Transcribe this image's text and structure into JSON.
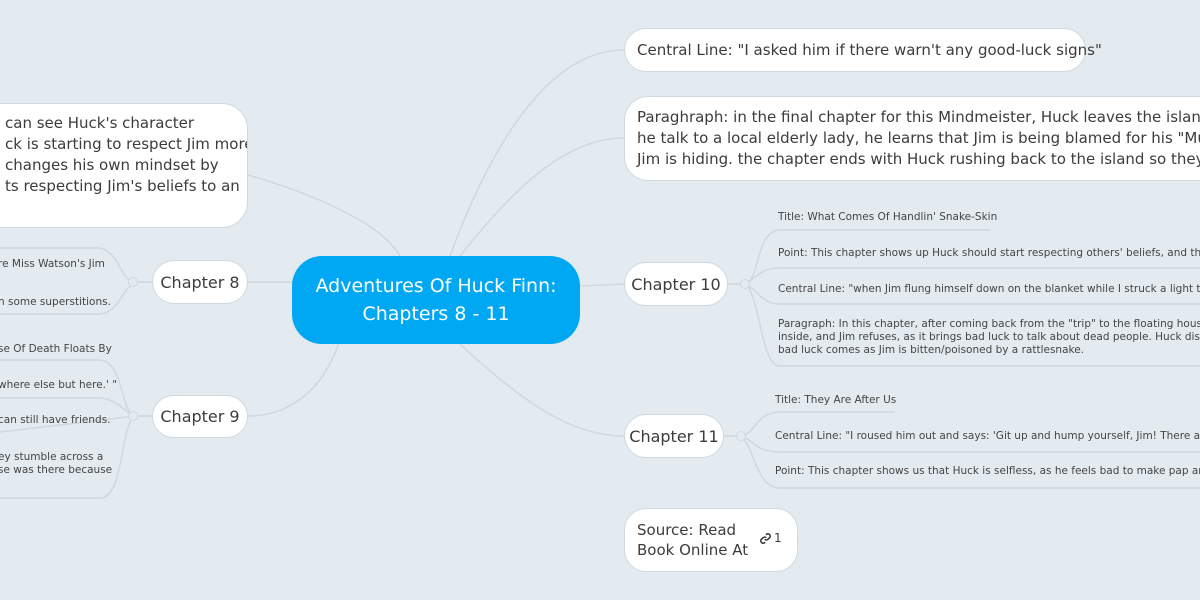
{
  "center": {
    "line1": "Adventures Of Huck Finn:",
    "line2": "Chapters 8 - 11"
  },
  "left_paragraph": [
    "can see Huck's character",
    "ck is starting to respect Jim more",
    "changes his own mindset by",
    "ts respecting Jim's beliefs to an"
  ],
  "chapter8": {
    "label": "Chapter 8",
    "leaves": [
      "re Miss Watson's Jim",
      "n some superstitions."
    ]
  },
  "chapter9": {
    "label": "Chapter 9",
    "leaves": [
      "se Of Death Floats By",
      "where else but here.' \"",
      "can still have friends.",
      "ey stumble across a",
      "se was there because"
    ]
  },
  "central_line": "Central Line: \"I asked him if there warn't any good-luck signs\"",
  "paraghraph": [
    "Paraghraph: in the final chapter for this Mindmeister, Huck leaves the island and",
    "he talk to a local elderly lady, he learns that Jim is being blamed for his \"Murder\"",
    "Jim is hiding. the chapter ends with Huck rushing back to the island so they can"
  ],
  "chapter10": {
    "label": "Chapter 10",
    "leaves": [
      "Title: What Comes Of Handlin' Snake-Skin",
      "Point: This chapter shows up Huck should start respecting others' beliefs, and that he",
      "Central Line:  \"when Jim flung himself down on the blanket while I struck a light the snake",
      "Paragraph: In this chapter, after coming back from the \"trip\" to the floating house, Huck",
      "inside, and Jim refuses, as it brings bad luck to talk about dead people. Huck disregards",
      "bad luck comes as Jim is bitten/poisoned by a rattlesnake."
    ]
  },
  "chapter11": {
    "label": "Chapter 11",
    "leaves": [
      "Title: They Are After Us",
      "Central Line: \"I roused him out and says: 'Git up and hump yourself, Jim! There ain't a min",
      "Point: This chapter shows us that Huck is selfless, as he feels bad to make pap and Jim"
    ]
  },
  "source": {
    "line1": "Source: Read",
    "line2": "Book Online At",
    "link_count": "1",
    "icon": "link-icon"
  },
  "colors": {
    "background": "#e4ebf0",
    "center": "#00a8f3"
  }
}
